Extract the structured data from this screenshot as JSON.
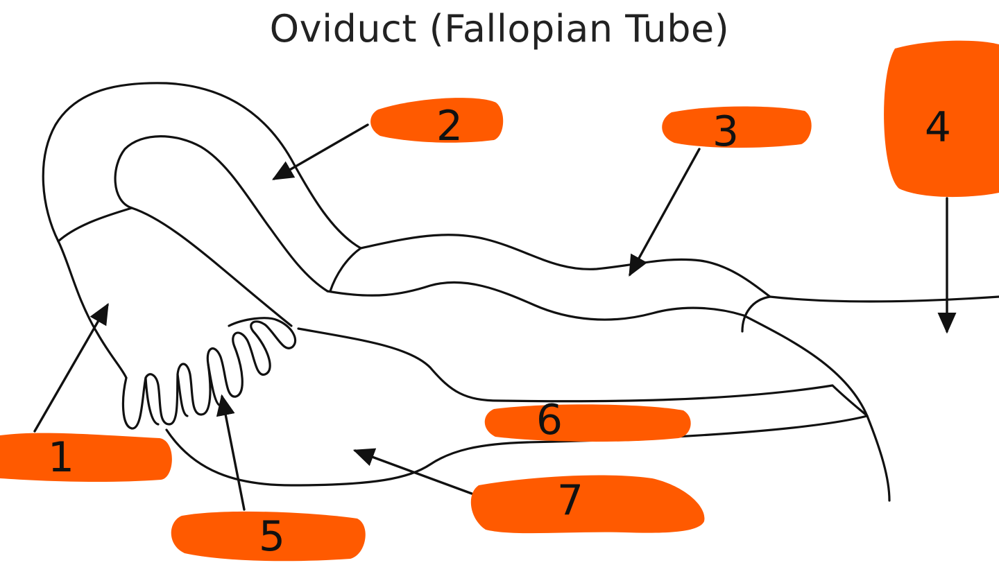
{
  "title": "Oviduct (Fallopian Tube)",
  "colors": {
    "label_fill": "#ff5a00",
    "line": "#111111",
    "background": "#ffffff"
  },
  "labels": [
    {
      "id": "1",
      "text": "1"
    },
    {
      "id": "2",
      "text": "2"
    },
    {
      "id": "3",
      "text": "3"
    },
    {
      "id": "4",
      "text": "4"
    },
    {
      "id": "5",
      "text": "5"
    },
    {
      "id": "6",
      "text": "6"
    },
    {
      "id": "7",
      "text": "7"
    }
  ]
}
